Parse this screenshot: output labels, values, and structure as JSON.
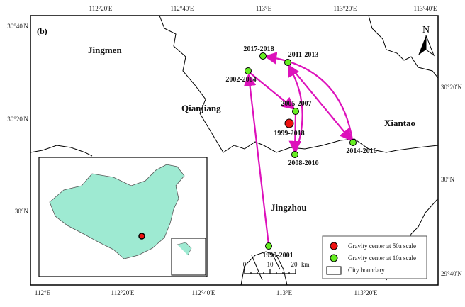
{
  "panel_label": "(b)",
  "top_ticks": [
    "112°20'E",
    "112°40'E",
    "113°E",
    "113°20'E",
    "113°40'E"
  ],
  "bottom_ticks": [
    "112°E",
    "112°20'E",
    "112°40'E",
    "113°E",
    "113°20'E"
  ],
  "left_ticks": [
    "30°40'N",
    "30°20'N",
    "30°N"
  ],
  "right_ticks": [
    "30°20'N",
    "30°N",
    "29°40'N"
  ],
  "cities": [
    "Jingmen",
    "Qianjiang",
    "Xiantao",
    "Jingzhou"
  ],
  "points": [
    {
      "label": "1999-2001",
      "type": "10a"
    },
    {
      "label": "2002-2004",
      "type": "10a"
    },
    {
      "label": "2005-2007",
      "type": "10a"
    },
    {
      "label": "2008-2010",
      "type": "10a"
    },
    {
      "label": "2011-2013",
      "type": "10a"
    },
    {
      "label": "2014-2016",
      "type": "10a"
    },
    {
      "label": "2017-2018",
      "type": "10a"
    },
    {
      "label": "1999-2018",
      "type": "50a"
    }
  ],
  "north": "N",
  "scale": {
    "labels": [
      "0",
      "10",
      "20"
    ],
    "unit": "km"
  },
  "legend": [
    "Gravity center at 50a scale",
    "Gravity center at 10a scale",
    "City boundary"
  ],
  "colors": {
    "red": "#ee1111",
    "green": "#66ee22",
    "arrow": "#dd11bb",
    "inset_fill": "#9eead2"
  }
}
